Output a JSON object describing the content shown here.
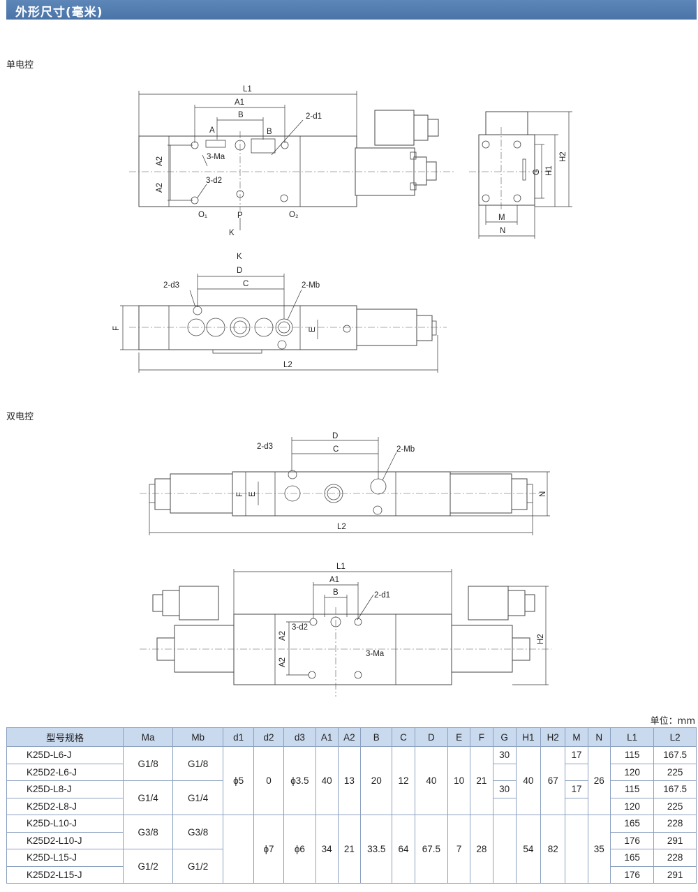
{
  "header": {
    "title": "外形尺寸(毫米)"
  },
  "sections": {
    "single": "单电控",
    "double": "双电控"
  },
  "unit_label": "单位：mm",
  "drawing_labels": {
    "single_top": [
      "L1",
      "A1",
      "B",
      "A",
      "B",
      "2-d1",
      "3-Ma",
      "A2",
      "A2",
      "3-d2",
      "O₁",
      "P",
      "O₂",
      "K"
    ],
    "single_side": [
      "H2",
      "H1",
      "G",
      "M",
      "N"
    ],
    "single_bottom": [
      "K",
      "D",
      "C",
      "2-d3",
      "2-Mb",
      "F",
      "E",
      "L2"
    ],
    "double_bottom": [
      "D",
      "C",
      "2-d3",
      "2-Mb",
      "F",
      "E",
      "N",
      "L2"
    ],
    "double_top": [
      "L1",
      "A1",
      "B",
      "2-d1",
      "3-d2",
      "A2",
      "A2",
      "3-Ma",
      "H2"
    ]
  },
  "table": {
    "headers": [
      "型号规格",
      "Ma",
      "Mb",
      "d1",
      "d2",
      "d3",
      "A1",
      "A2",
      "B",
      "C",
      "D",
      "E",
      "F",
      "G",
      "H1",
      "H2",
      "M",
      "N",
      "L1",
      "L2"
    ],
    "models": [
      "K25D-L6-J",
      "K25D2-L6-J",
      "K25D-L8-J",
      "K25D2-L8-J",
      "K25D-L10-J",
      "K25D2-L10-J",
      "K25D-L15-J",
      "K25D2-L15-J"
    ],
    "ma": [
      "G1/8",
      "G1/4",
      "G3/8",
      "G1/2"
    ],
    "mb": [
      "G1/8",
      "G1/4",
      "G3/8",
      "G1/2"
    ],
    "small": {
      "d1": "ϕ5",
      "d2": "0",
      "d3": "ϕ3.5",
      "A1": "40",
      "A2": "13",
      "B": "20",
      "C": "12",
      "D": "40",
      "E": "10",
      "F": "21",
      "G1": "30",
      "G2": "30",
      "H1": "40",
      "H2": "67",
      "M1": "17",
      "M2": "17",
      "N": "26"
    },
    "large": {
      "d2": "ϕ7",
      "d3": "ϕ6",
      "A1": "34",
      "A2": "21",
      "B": "33.5",
      "C": "64",
      "D": "67.5",
      "E": "7",
      "F": "28",
      "H1": "54",
      "H2": "82",
      "N": "35"
    },
    "L1": [
      "115",
      "120",
      "115",
      "120",
      "165",
      "176",
      "165",
      "176"
    ],
    "L2": [
      "167.5",
      "225",
      "167.5",
      "225",
      "228",
      "291",
      "228",
      "291"
    ]
  }
}
